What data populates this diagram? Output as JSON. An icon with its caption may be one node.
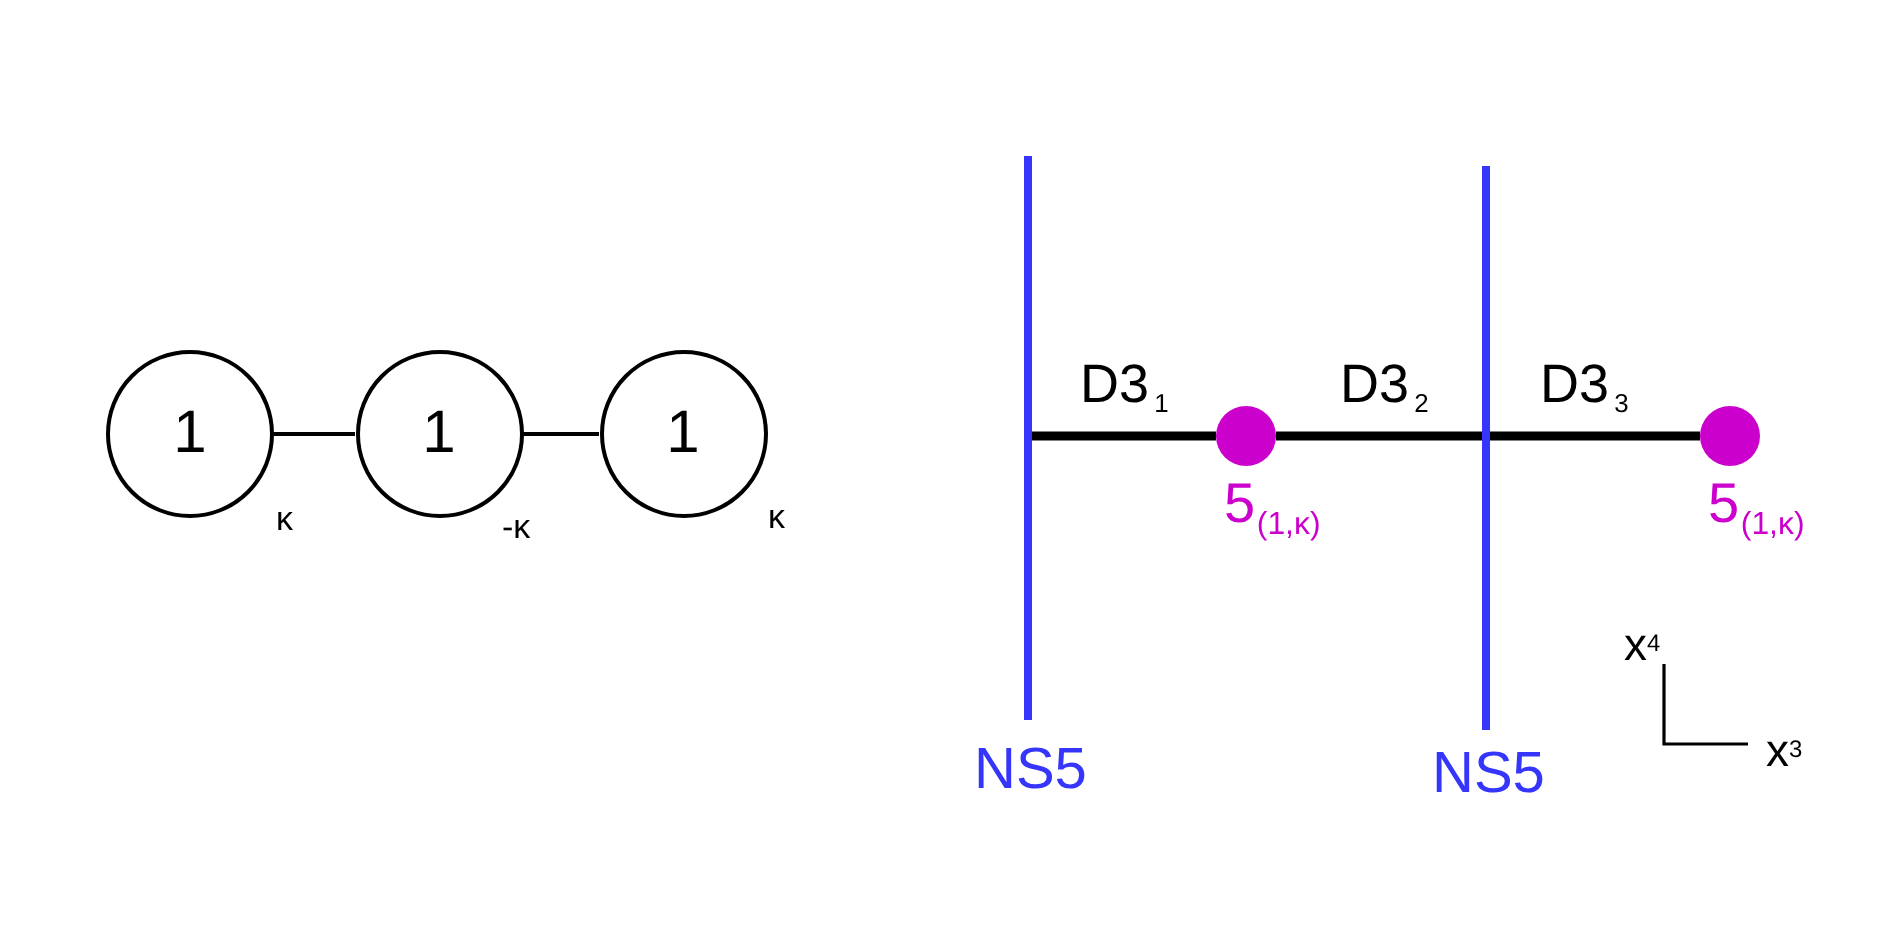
{
  "diagram": {
    "nodes": [
      {
        "text": [
          "1"
        ],
        "beside": [
          "κ"
        ]
      },
      {
        "text": [
          "1"
        ],
        "beside": [
          "-κ"
        ]
      },
      {
        "text": [
          "1"
        ],
        "beside": [
          "κ"
        ]
      },
      {
        "text": [],
        "shape": "bar",
        "beside": [
          "NS5"
        ]
      },
      {
        "text": [],
        "shape": "circle",
        "beside": [
          "5$_{(1,κ)}$"
        ]
      },
      {
        "text": [],
        "shape": "bar",
        "beside": [
          "NS5"
        ]
      },
      {
        "text": [],
        "shape": "circle",
        "beside": [
          "5$_{(1,κ)}$"
        ]
      }
    ],
    "edges": [
      {
        "from": 0,
        "to": 1,
        "arrow": "none"
      },
      {
        "from": 1,
        "to": 2,
        "arrow": "none"
      },
      {
        "from": 3,
        "to": 4,
        "arrow": "none",
        "label": "D3$_{1}$"
      },
      {
        "from": 4,
        "to": 5,
        "arrow": "none",
        "label": "D3$_{2}$"
      },
      {
        "from": 5,
        "to": 6,
        "arrow": "none",
        "label": "D3$_{3}$"
      }
    ],
    "labels": [
      "x$^{4}$",
      "x$^{3}$"
    ]
  }
}
